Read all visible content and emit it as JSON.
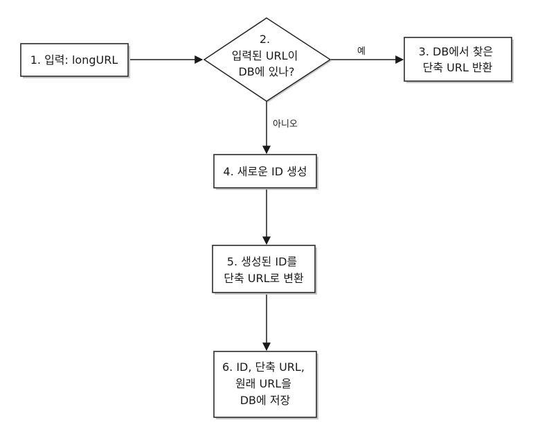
{
  "diagram": {
    "nodes": {
      "input": {
        "lines": [
          "1. 입력: longURL"
        ]
      },
      "check": {
        "lines": [
          "2.",
          "입력된 URL이",
          "DB에 있나?"
        ]
      },
      "found": {
        "lines": [
          "3. DB에서 찾은",
          "단축 URL 반환"
        ]
      },
      "newid": {
        "lines": [
          "4. 새로운 ID 생성"
        ]
      },
      "convert": {
        "lines": [
          "5. 생성된 ID를",
          "단축 URL로 변환"
        ]
      },
      "store": {
        "lines": [
          "6. ID, 단축 URL,",
          "원래 URL을",
          "DB에 저장"
        ]
      }
    },
    "edges": {
      "yes_label": "예",
      "no_label": "아니오"
    }
  }
}
